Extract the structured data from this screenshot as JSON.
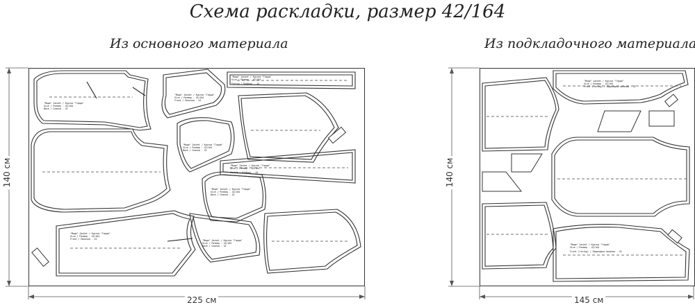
{
  "title": "Схема раскладки, размер 42/164",
  "main_layout": {
    "label": "Из основного материала",
    "width_label": "225 см",
    "height_label": "140 см"
  },
  "lining_layout": {
    "label": "Из подкладочного материала",
    "width_label": "145 см",
    "height_label": "140 см"
  },
  "piece_labels": {
    "model": "\"Мода\" Jacket / Куртка \"Гарда\"",
    "size": "Size / Размер - 42/164",
    "front": "Front / Полочка - X2",
    "back": "Back / Спинка - X2",
    "facing": "Facing / Подборт - X2",
    "lining": "Front (lining) / Подкладка полочки - X2"
  }
}
